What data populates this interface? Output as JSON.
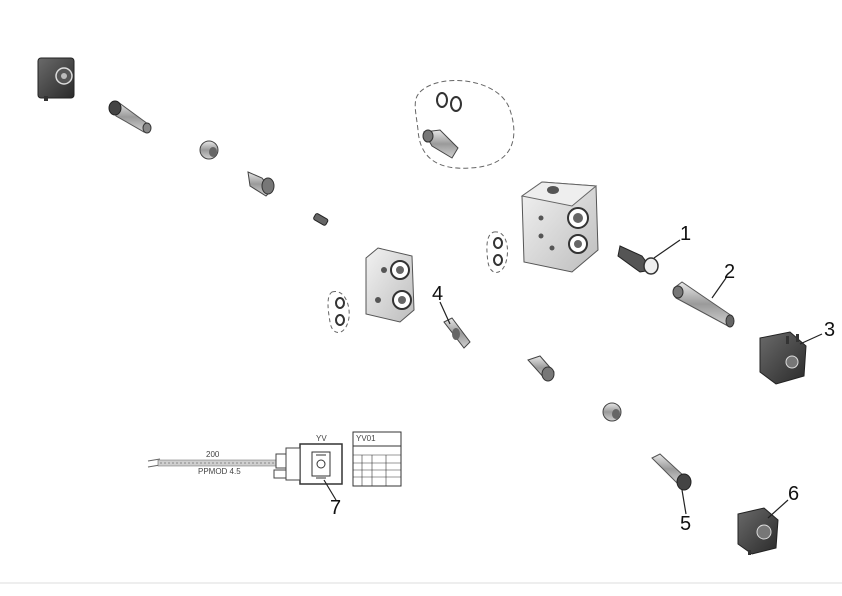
{
  "callouts": {
    "c1": "1",
    "c2": "2",
    "c3": "3",
    "c4": "4",
    "c5": "5",
    "c6": "6",
    "c7": "7"
  },
  "connector": {
    "wire_length": "200",
    "wire_spec": "PPMOD 4.5",
    "box_label": "YV",
    "table_title": "YV01"
  },
  "colors": {
    "line": "#444444",
    "part_dark": "#3a3a3a",
    "part_mid": "#8a8a8a",
    "part_light": "#d8d8d8"
  }
}
